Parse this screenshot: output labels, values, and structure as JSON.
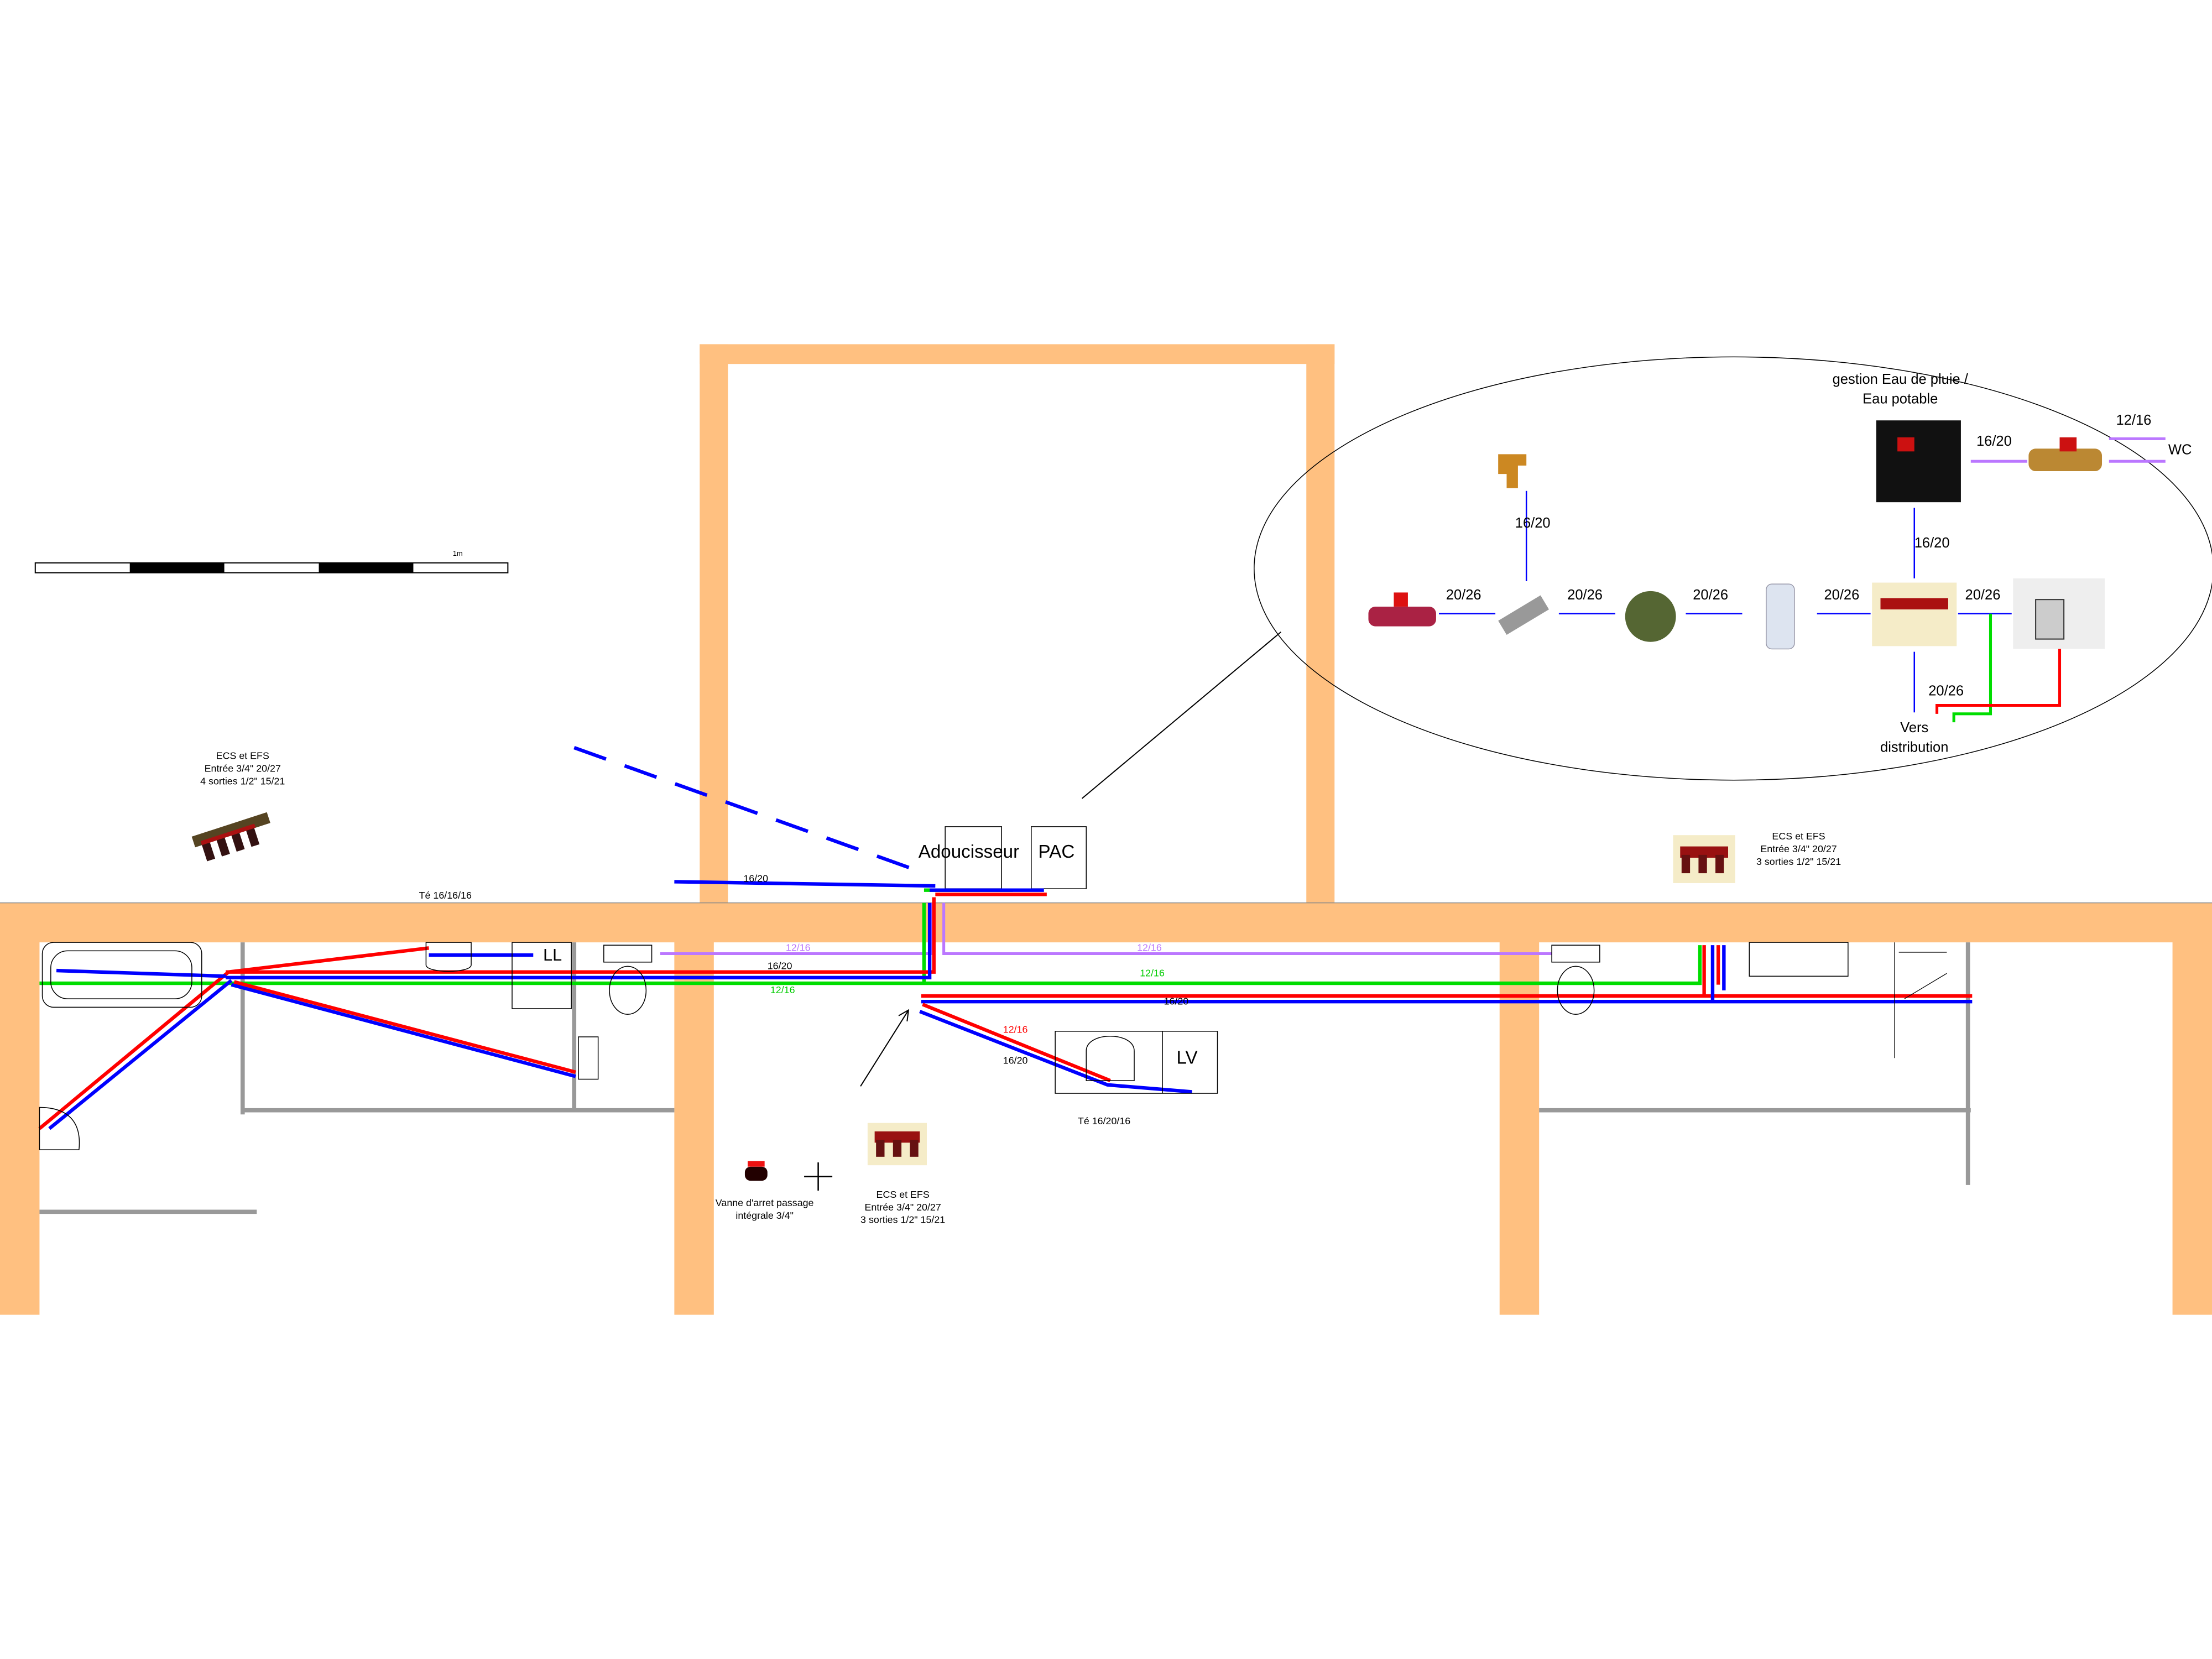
{
  "colors": {
    "wall": "#FFC080",
    "hot": "#ff0000",
    "cold": "#0000ff",
    "rain": "#00dd00",
    "wc": "#bb77ff",
    "partition": "#999999"
  },
  "scale": {
    "label": "1m"
  },
  "left_manifold": {
    "line1": "ECS et EFS",
    "line2": "Entrée  3/4\" 20/27",
    "line3": "4 sorties 1/2\" 15/21"
  },
  "right_manifold": {
    "line1": "ECS et EFS",
    "line2": "Entrée  3/4\" 20/27",
    "line3": "3 sorties 1/2\" 15/21"
  },
  "bottom_manifold": {
    "line1": "ECS et EFS",
    "line2": "Entrée  3/4\" 20/27",
    "line3": "3 sorties 1/2\" 15/21"
  },
  "valve": {
    "line1": "Vanne d'arret passage",
    "line2": "intégrale 3/4\""
  },
  "labels": {
    "te_left": "Té 16/16/16",
    "te_lv": "Té 16/20/16",
    "adoucisseur": "Adoucisseur",
    "pac": "PAC",
    "ll": "LL",
    "lv": "LV",
    "p_1620_top": "16/20",
    "p_1216_v_left": "12/16",
    "p_1216_v_right": "12/16",
    "p_1620_left": "16/20",
    "p_1216_g_left": "12/16",
    "p_1216_g_right": "12/16",
    "p_1620_right": "16/20",
    "p_1216_red": "12/16",
    "p_1620_lv": "16/20"
  },
  "detail": {
    "title1": "gestion Eau de pluie /",
    "title2": "Eau potable",
    "d1": "20/26",
    "d2": "20/26",
    "d3": "20/26",
    "d4": "20/26",
    "d5": "20/26",
    "d6": "20/26",
    "tap": "16/20",
    "top1": "16/20",
    "top2": "16/20",
    "wc_size": "12/16",
    "wc": "WC",
    "vers1": "Vers",
    "vers2": "distribution"
  }
}
